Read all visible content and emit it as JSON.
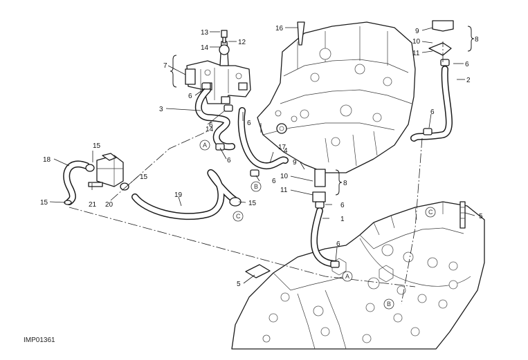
{
  "drawing_code": "IMP01361",
  "callouts": [
    "1",
    "2",
    "3",
    "4",
    "5",
    "5",
    "6",
    "6",
    "6",
    "6",
    "6",
    "6",
    "6",
    "6",
    "6",
    "7",
    "8",
    "8",
    "9",
    "9",
    "10",
    "10",
    "11",
    "11",
    "12",
    "13",
    "14",
    "14",
    "15",
    "15",
    "15",
    "15",
    "16",
    "17",
    "18",
    "19",
    "20",
    "21"
  ],
  "reference_letters": [
    "A",
    "A",
    "B",
    "B",
    "C",
    "C"
  ]
}
